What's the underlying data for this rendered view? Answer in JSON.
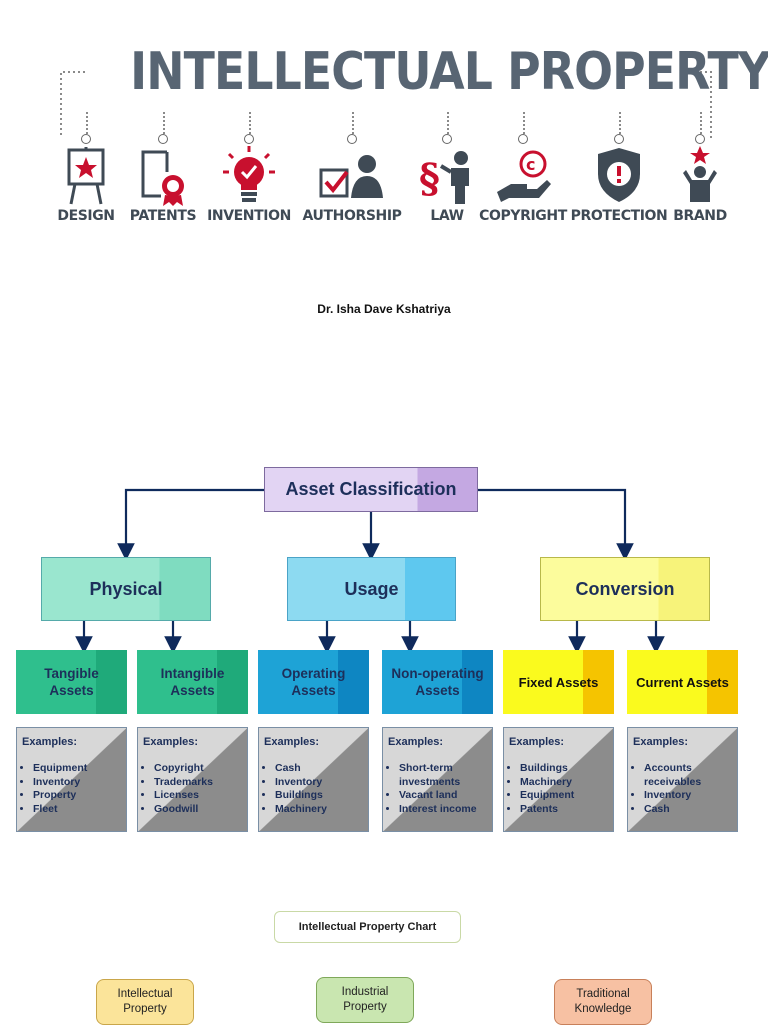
{
  "banner": {
    "title": "INTELLECTUAL PROPERTY",
    "items": [
      {
        "label": "DESIGN",
        "icon": "easel-star-icon"
      },
      {
        "label": "PATENTS",
        "icon": "certificate-icon"
      },
      {
        "label": "INVENTION",
        "icon": "lightbulb-icon"
      },
      {
        "label": "AUTHORSHIP",
        "icon": "author-checkbox-icon"
      },
      {
        "label": "LAW",
        "icon": "section-sign-icon"
      },
      {
        "label": "COPYRIGHT",
        "icon": "copyright-hand-icon"
      },
      {
        "label": "PROTECTION",
        "icon": "shield-alert-icon"
      },
      {
        "label": "BRAND",
        "icon": "person-star-icon"
      }
    ],
    "colors": {
      "title": "#586573",
      "accent": "#c8102e",
      "icon": "#3f4a55"
    }
  },
  "author": "Dr. Isha Dave Kshatriya",
  "diagram": {
    "root": "Asset Classification",
    "categories": [
      {
        "label": "Physical",
        "color": "#8fe0c6"
      },
      {
        "label": "Usage",
        "color": "#7ed4ef"
      },
      {
        "label": "Conversion",
        "color": "#fafa8c"
      }
    ],
    "subcategories": [
      {
        "label": "Tangible\nAssets",
        "line1": "Tangible",
        "line2": "Assets",
        "examples": [
          "Equipment",
          "Inventory",
          "Property",
          "Fleet"
        ]
      },
      {
        "label": "Intangible Assets",
        "line1": "Intangible",
        "line2": "Assets",
        "examples": [
          "Copyright",
          "Trademarks",
          "Licenses",
          "Goodwill"
        ]
      },
      {
        "label": "Operating Assets",
        "line1": "Operating",
        "line2": "Assets",
        "examples": [
          "Cash",
          "Inventory",
          "Buildings",
          "Machinery"
        ]
      },
      {
        "label": "Non-operating Assets",
        "line1": "Non-operating",
        "line2": "Assets",
        "examples": [
          "Short-term investments",
          "Vacant land",
          "Interest income"
        ]
      },
      {
        "label": "Fixed Assets",
        "line1": "Fixed Assets",
        "line2": "",
        "examples": [
          "Buildings",
          "Machinery",
          "Equipment",
          "Patents"
        ]
      },
      {
        "label": "Current Assets",
        "line1": "Current Assets",
        "line2": "",
        "examples": [
          "Accounts receivables",
          "Inventory",
          "Cash"
        ]
      }
    ],
    "examples_heading": "Examples:"
  },
  "ip_chart": {
    "title": "Intellectual Property Chart",
    "nodes": [
      {
        "line1": "Intellectual",
        "line2": "Property",
        "color": "#fbe49a"
      },
      {
        "line1": "Industrial",
        "line2": "Property",
        "color": "#c9e6b0"
      },
      {
        "line1": "Traditional",
        "line2": "Knowledge",
        "color": "#f7c1a3"
      }
    ]
  }
}
